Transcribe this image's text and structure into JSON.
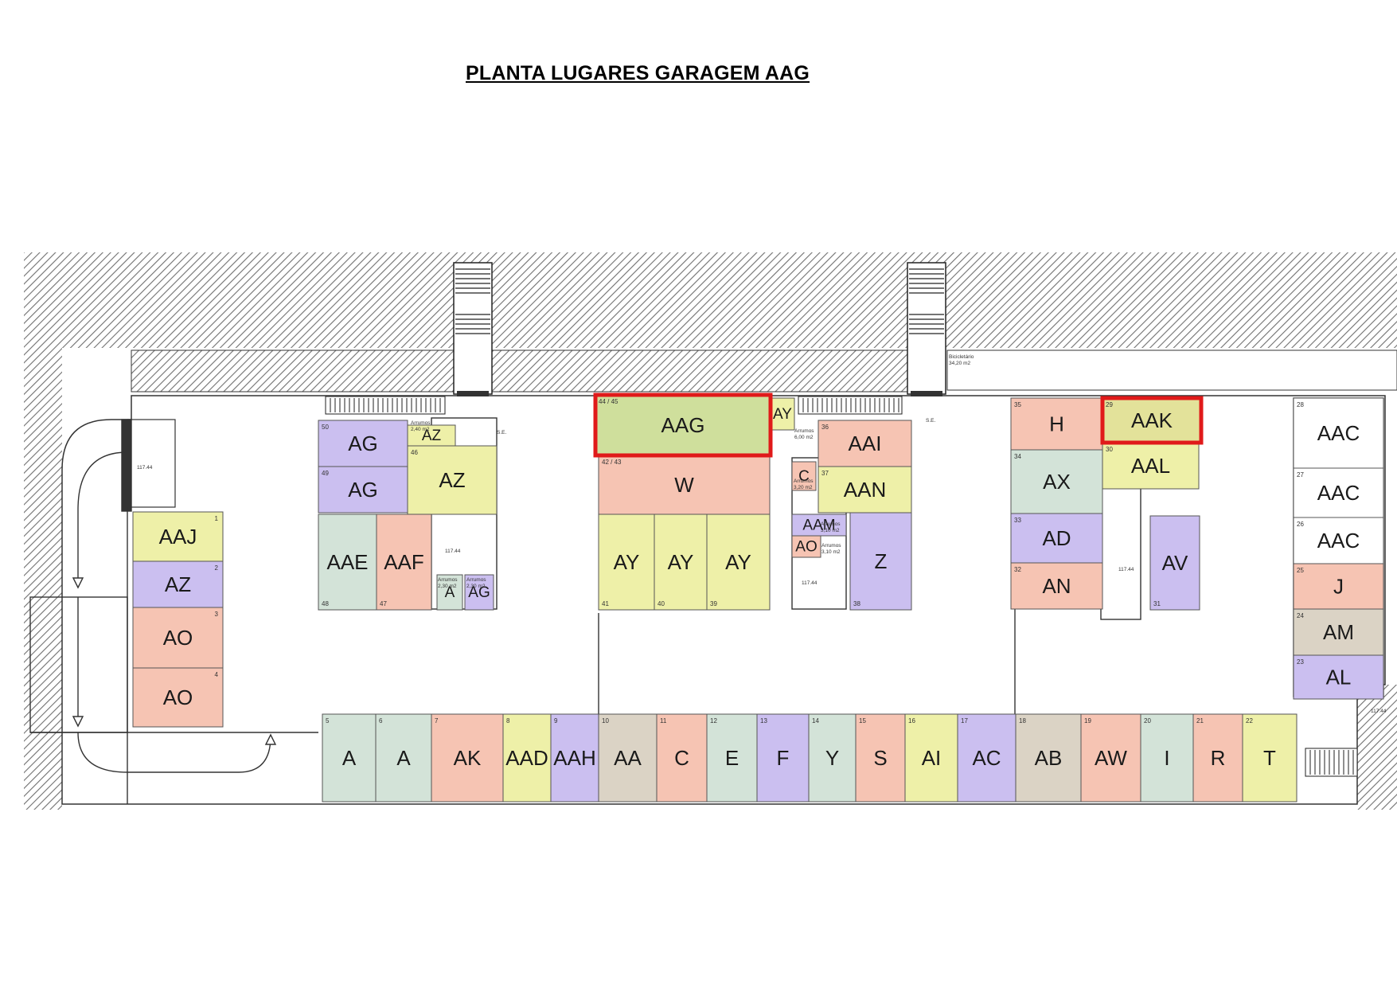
{
  "title": "PLANTA LUGARES GARAGEM AAG",
  "colors": {
    "yellow": "#eef0a8",
    "purple": "#cbbff0",
    "salmon": "#f6c4b3",
    "green": "#d3e3d8",
    "tan": "#dbd3c5",
    "white": "#ffffff",
    "highlight_fill": "#cfdf9c",
    "highlight_fill_aak": "#e3e29a",
    "highlight_border": "#e01a1a"
  },
  "plan": {
    "spaces": [
      {
        "label": "AAJ",
        "num": "1",
        "color": "yellow"
      },
      {
        "label": "AZ",
        "num": "2",
        "color": "purple"
      },
      {
        "label": "AO",
        "num": "3",
        "color": "salmon"
      },
      {
        "label": "AO",
        "num": "4",
        "color": "salmon"
      },
      {
        "label": "AG",
        "num": "50",
        "color": "purple"
      },
      {
        "label": "AG",
        "num": "49",
        "color": "purple"
      },
      {
        "label": "AZ",
        "num": "",
        "color": "yellow"
      },
      {
        "label": "AZ",
        "num": "46",
        "color": "yellow"
      },
      {
        "label": "AAE",
        "num": "48",
        "color": "green"
      },
      {
        "label": "AAF",
        "num": "47",
        "color": "salmon"
      },
      {
        "label": "A",
        "num": "",
        "color": "green"
      },
      {
        "label": "AG",
        "num": "",
        "color": "purple"
      },
      {
        "label": "AAG",
        "num": "44 / 45",
        "color": "highlight"
      },
      {
        "label": "AY",
        "num": "",
        "color": "yellow"
      },
      {
        "label": "W",
        "num": "42 / 43",
        "color": "salmon"
      },
      {
        "label": "AY",
        "num": "41",
        "color": "yellow"
      },
      {
        "label": "AY",
        "num": "40",
        "color": "yellow"
      },
      {
        "label": "AY",
        "num": "39",
        "color": "yellow"
      },
      {
        "label": "C",
        "num": "",
        "color": "salmon"
      },
      {
        "label": "AAM",
        "num": "",
        "color": "purple"
      },
      {
        "label": "AO",
        "num": "",
        "color": "salmon"
      },
      {
        "label": "AAI",
        "num": "36",
        "color": "salmon"
      },
      {
        "label": "AAN",
        "num": "37",
        "color": "yellow"
      },
      {
        "label": "Z",
        "num": "38",
        "color": "purple"
      },
      {
        "label": "H",
        "num": "35",
        "color": "salmon"
      },
      {
        "label": "AAK",
        "num": "29",
        "color": "highlight"
      },
      {
        "label": "AX",
        "num": "34",
        "color": "green"
      },
      {
        "label": "AAL",
        "num": "30",
        "color": "yellow"
      },
      {
        "label": "AD",
        "num": "33",
        "color": "purple"
      },
      {
        "label": "AN",
        "num": "32",
        "color": "salmon"
      },
      {
        "label": "AV",
        "num": "31",
        "color": "purple"
      },
      {
        "label": "AAC",
        "num": "28",
        "color": "white"
      },
      {
        "label": "AAC",
        "num": "27",
        "color": "white"
      },
      {
        "label": "AAC",
        "num": "26",
        "color": "white"
      },
      {
        "label": "J",
        "num": "25",
        "color": "salmon"
      },
      {
        "label": "AM",
        "num": "24",
        "color": "tan"
      },
      {
        "label": "AL",
        "num": "23",
        "color": "purple"
      },
      {
        "label": "A",
        "num": "5",
        "color": "green"
      },
      {
        "label": "A",
        "num": "6",
        "color": "green"
      },
      {
        "label": "AK",
        "num": "7",
        "color": "salmon"
      },
      {
        "label": "AAD",
        "num": "8",
        "color": "yellow"
      },
      {
        "label": "AAH",
        "num": "9",
        "color": "purple"
      },
      {
        "label": "AA",
        "num": "10",
        "color": "tan"
      },
      {
        "label": "C",
        "num": "11",
        "color": "salmon"
      },
      {
        "label": "E",
        "num": "12",
        "color": "green"
      },
      {
        "label": "F",
        "num": "13",
        "color": "purple"
      },
      {
        "label": "Y",
        "num": "14",
        "color": "green"
      },
      {
        "label": "S",
        "num": "15",
        "color": "salmon"
      },
      {
        "label": "AI",
        "num": "16",
        "color": "yellow"
      },
      {
        "label": "AC",
        "num": "17",
        "color": "purple"
      },
      {
        "label": "AB",
        "num": "18",
        "color": "tan"
      },
      {
        "label": "AW",
        "num": "19",
        "color": "salmon"
      },
      {
        "label": "I",
        "num": "20",
        "color": "green"
      },
      {
        "label": "R",
        "num": "21",
        "color": "salmon"
      },
      {
        "label": "T",
        "num": "22",
        "color": "yellow"
      }
    ],
    "small_labels": [
      "Arrumos\n2,40 m2",
      "Arrumos\n6,00 m2",
      "Arrumos\n3,20 m2",
      "Arrumos\n3,10 m2",
      "Arrumos\n3,10 m2",
      "Arrumos\n2,30 m2",
      "Arrumos\n2,30 m2",
      "Bicicletário\n34,20 m2",
      "S.E.",
      "S.E.",
      "117.44",
      "117.44",
      "117.44",
      "117.44",
      "117.44"
    ]
  }
}
